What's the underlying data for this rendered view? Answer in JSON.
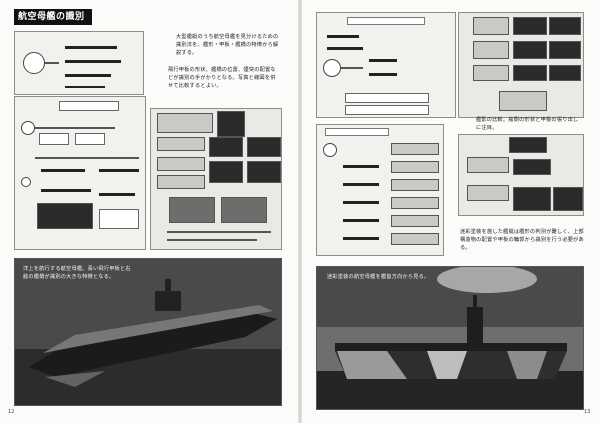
{
  "left_page": {
    "section_title": "航空母艦の識別",
    "intro_text": "大型艦艇のうち航空母艦を見分けるための識別法を、艦形・甲板・艦橋の特徴から解説する。",
    "intro_text_2": "飛行甲板の形状、艦橋の位置、煙突の配置などが識別の手がかりとなる。写真と線図を併せて比較するとよい。",
    "photo_caption": "洋上を航行する航空母艦。長い飛行甲板と右舷の艦橋が識別の大きな特徴となる。",
    "page_number": "12"
  },
  "right_page": {
    "mid_caption": "艦影の比較。舷側の形状と甲板の張り出しに注目。",
    "lower_caption": "迷彩塗装を施した艦艇は艦形の判別が難しく、上部構造物の配置や甲板の輪郭から識別を行う必要がある。",
    "photo_caption": "迷彩塗装の航空母艦を艦首方向から見る。",
    "page_number": "13"
  }
}
